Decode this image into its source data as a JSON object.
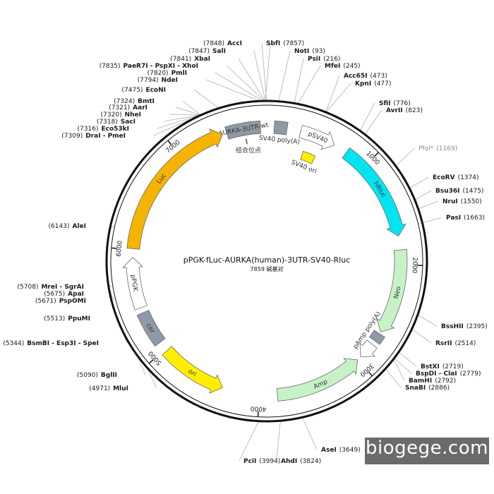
{
  "plasmid": {
    "name": "pPGK-fLuc-AURKA(human)-3UTR-SV40-Rluc",
    "size_label": "7859 碱基对",
    "total_bp": 7859
  },
  "ruler_ticks": [
    "1000",
    "2000",
    "3000",
    "4000",
    "5000",
    "6000",
    "7000"
  ],
  "features": [
    {
      "id": "aurka",
      "label": "AURKA-3UTR-wt",
      "start": 7480,
      "end": 7800,
      "type": "box",
      "color": "#8e9aa6",
      "label_mode": "inside"
    },
    {
      "id": "sv40polyA",
      "label": "SV40 poly(A)",
      "start": 70,
      "end": 190,
      "type": "box",
      "color": "#8e9aa6",
      "label_mode": "below"
    },
    {
      "id": "psv40",
      "label": "pSV40",
      "start": 320,
      "end": 660,
      "type": "arrow",
      "color": "#ffffff",
      "label_mode": "inside"
    },
    {
      "id": "sv40ori",
      "label": "SV40 ori",
      "start": 400,
      "end": 540,
      "type": "box",
      "color": "#ffee00",
      "label_mode": "below",
      "ring": "inner"
    },
    {
      "id": "rluc",
      "label": "hRluc",
      "start": 790,
      "end": 1730,
      "type": "arrow",
      "color": "#00e5ef",
      "label_mode": "inside"
    },
    {
      "id": "neo",
      "label": "Neo",
      "start": 1860,
      "end": 2660,
      "type": "arrow",
      "color": "#c6f2c6",
      "label_mode": "inside"
    },
    {
      "id": "neopolyA",
      "label": "pAmp poly(A)",
      "start": 2680,
      "end": 2760,
      "type": "box",
      "color": "#8e9aa6",
      "label_mode": "inside-ring"
    },
    {
      "id": "pamp",
      "label": "pAmp",
      "start": 2800,
      "end": 2960,
      "type": "arrow",
      "color": "#ffffff",
      "label_mode": "none"
    },
    {
      "id": "amp",
      "label": "Amp",
      "start": 3000,
      "end": 3830,
      "type": "arrow-rev",
      "color": "#c6f2c6",
      "label_mode": "inside"
    },
    {
      "id": "ori",
      "label": "ori",
      "start": 4350,
      "end": 4980,
      "type": "arrow-rev",
      "color": "#ffee00",
      "label_mode": "inside"
    },
    {
      "id": "cer",
      "label": "cer",
      "start": 5080,
      "end": 5400,
      "type": "box",
      "color": "#8e9aa6",
      "label_mode": "inside"
    },
    {
      "id": "ppgk",
      "label": "pPGK",
      "start": 5450,
      "end": 5930,
      "type": "arrow",
      "color": "#ffffff",
      "label_mode": "inside"
    },
    {
      "id": "luc",
      "label": "Luc",
      "start": 6010,
      "end": 7440,
      "type": "arrow",
      "color": "#f5b400",
      "label_mode": "inside"
    }
  ],
  "annotations": [
    {
      "text": "结合位点",
      "pos": 7650
    }
  ],
  "sites": [
    {
      "name": "AccI",
      "pos": "(7848)"
    },
    {
      "name": "SalI",
      "pos": "(7847)"
    },
    {
      "name": "XbaI",
      "pos": "(7841)"
    },
    {
      "name": "PaeR7I - PspXI - XhoI",
      "pos": "(7835)"
    },
    {
      "name": "PmlI",
      "pos": "(7820)"
    },
    {
      "name": "NdeI",
      "pos": "(7794)"
    },
    {
      "name": "EcoNI",
      "pos": "(7475)"
    },
    {
      "name": "BmtI",
      "pos": "(7324)"
    },
    {
      "name": "AarI",
      "pos": "(7321)"
    },
    {
      "name": "NheI",
      "pos": "(7320)"
    },
    {
      "name": "SacI",
      "pos": "(7318)"
    },
    {
      "name": "Eco53kI",
      "pos": "(7316)"
    },
    {
      "name": "DraI - PmeI",
      "pos": "(7309)"
    },
    {
      "name": "AleI",
      "pos": "(6143)"
    },
    {
      "name": "MreI - SgrAI",
      "pos": "(5708)"
    },
    {
      "name": "ApaI",
      "pos": "(5675)"
    },
    {
      "name": "PspOMI",
      "pos": "(5671)"
    },
    {
      "name": "PpuMI",
      "pos": "(5513)"
    },
    {
      "name": "BsmBI - Esp3I - SpeI",
      "pos": "(5344)"
    },
    {
      "name": "BglII",
      "pos": "(5090)"
    },
    {
      "name": "MluI",
      "pos": "(4971)"
    },
    {
      "name": "SbfI",
      "pos": "(7857)"
    },
    {
      "name": "NotI",
      "pos": "(93)"
    },
    {
      "name": "PsiI",
      "pos": "(216)"
    },
    {
      "name": "MfeI",
      "pos": "(245)"
    },
    {
      "name": "Acc65I",
      "pos": "(473)"
    },
    {
      "name": "KpnI",
      "pos": "(477)"
    },
    {
      "name": "SfiI",
      "pos": "(776)"
    },
    {
      "name": "AvrII",
      "pos": "(823)"
    },
    {
      "name": "PfoI*",
      "pos": "(1169)"
    },
    {
      "name": "EcoRV",
      "pos": "(1374)"
    },
    {
      "name": "Bsu36I",
      "pos": "(1475)"
    },
    {
      "name": "NruI",
      "pos": "(1550)"
    },
    {
      "name": "PasI",
      "pos": "(1663)"
    },
    {
      "name": "BssHII",
      "pos": "(2395)"
    },
    {
      "name": "RsrII",
      "pos": "(2514)"
    },
    {
      "name": "BstXI",
      "pos": "(2719)"
    },
    {
      "name": "BspDI - ClaI",
      "pos": "(2779)"
    },
    {
      "name": "BamHI",
      "pos": "(2792)"
    },
    {
      "name": "SnaBI",
      "pos": "(2886)"
    },
    {
      "name": "AseI",
      "pos": "(3649)"
    },
    {
      "name": "AhdI",
      "pos": "(3824)"
    },
    {
      "name": "PciI",
      "pos": "(3994)"
    }
  ],
  "watermark": "biogege.com"
}
